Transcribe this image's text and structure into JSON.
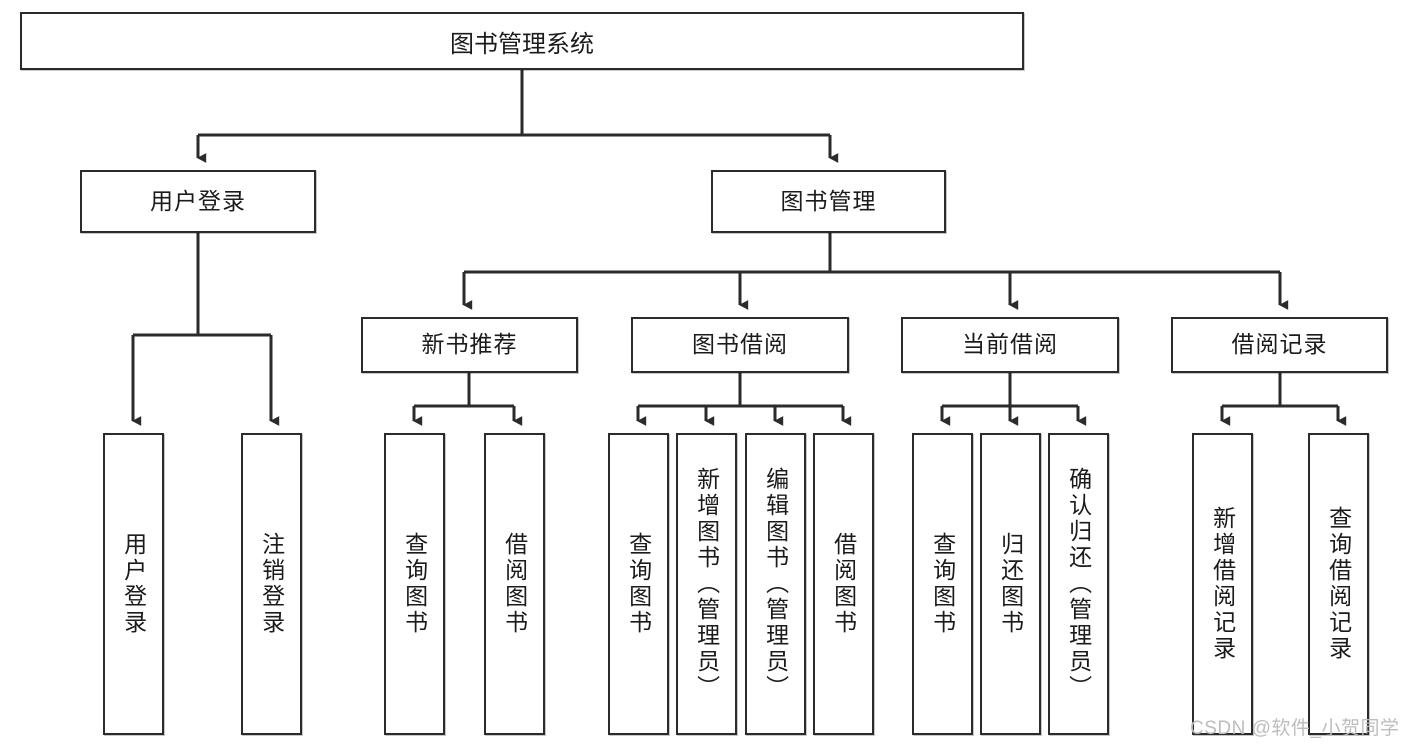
{
  "diagram": {
    "title": "图书管理系统",
    "watermark": "CSDN @软件_小贺同学",
    "line_color": "#2b2b2b",
    "box_fill": "#ffffff",
    "text_color": "#1b1b1b",
    "watermark_color": "#bdbdbd"
  },
  "nodes": {
    "root": {
      "label": "图书管理系统"
    },
    "level2": [
      {
        "label": "用户登录"
      },
      {
        "label": "图书管理"
      }
    ],
    "level3": [
      {
        "label": "新书推荐"
      },
      {
        "label": "图书借阅"
      },
      {
        "label": "当前借阅"
      },
      {
        "label": "借阅记录"
      }
    ],
    "leaves_user_login": [
      {
        "label": "用户登录"
      },
      {
        "label": "注销登录"
      }
    ],
    "leaves_new_book": [
      {
        "label": "查询图书"
      },
      {
        "label": "借阅图书"
      }
    ],
    "leaves_borrow": [
      {
        "label": "查询图书"
      },
      {
        "label": "新增图书（管理员）"
      },
      {
        "label": "编辑图书（管理员）"
      },
      {
        "label": "借阅图书"
      }
    ],
    "leaves_current": [
      {
        "label": "查询图书"
      },
      {
        "label": "归还图书"
      },
      {
        "label": "确认归还（管理员）"
      }
    ],
    "leaves_records": [
      {
        "label": "新增借阅记录"
      },
      {
        "label": "查询借阅记录"
      }
    ]
  }
}
